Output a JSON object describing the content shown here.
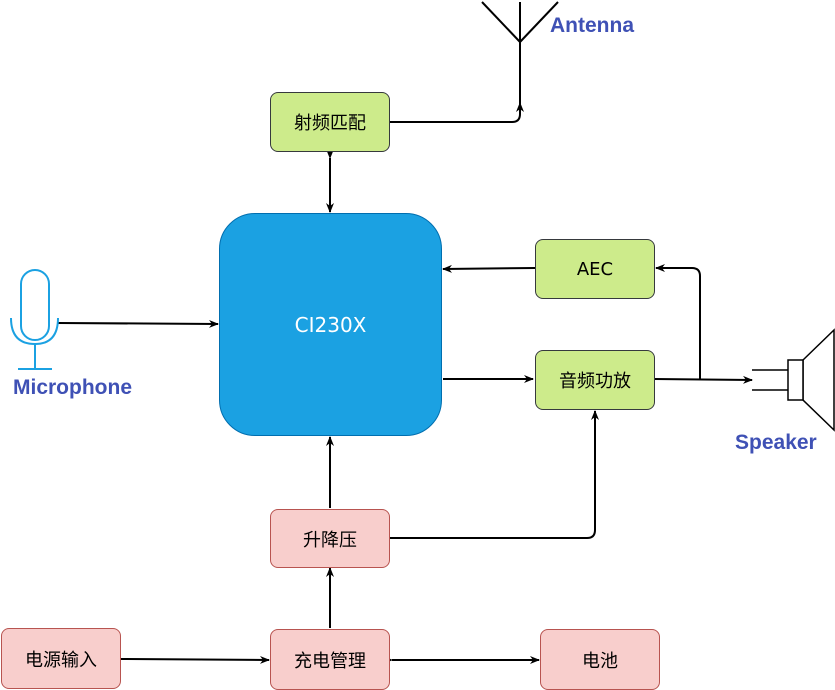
{
  "blocks": {
    "mcu": "CI230X",
    "rf_match": "射频匹配",
    "aec": "AEC",
    "audio_amp": "音频功放",
    "buck_boost": "升降压",
    "power_input": "电源输入",
    "charge_mgmt": "充电管理",
    "battery": "电池"
  },
  "peripherals": {
    "antenna": "Antenna",
    "microphone": "Microphone",
    "speaker": "Speaker"
  },
  "colors": {
    "mcu_fill": "#1ba1e2",
    "green_fill": "#cdeb8b",
    "pink_fill": "#f8cecc",
    "peripheral_label": "#3f51b5",
    "microphone_icon": "#1ba1e2"
  },
  "icons": [
    "antenna-icon",
    "microphone-icon",
    "speaker-icon"
  ]
}
